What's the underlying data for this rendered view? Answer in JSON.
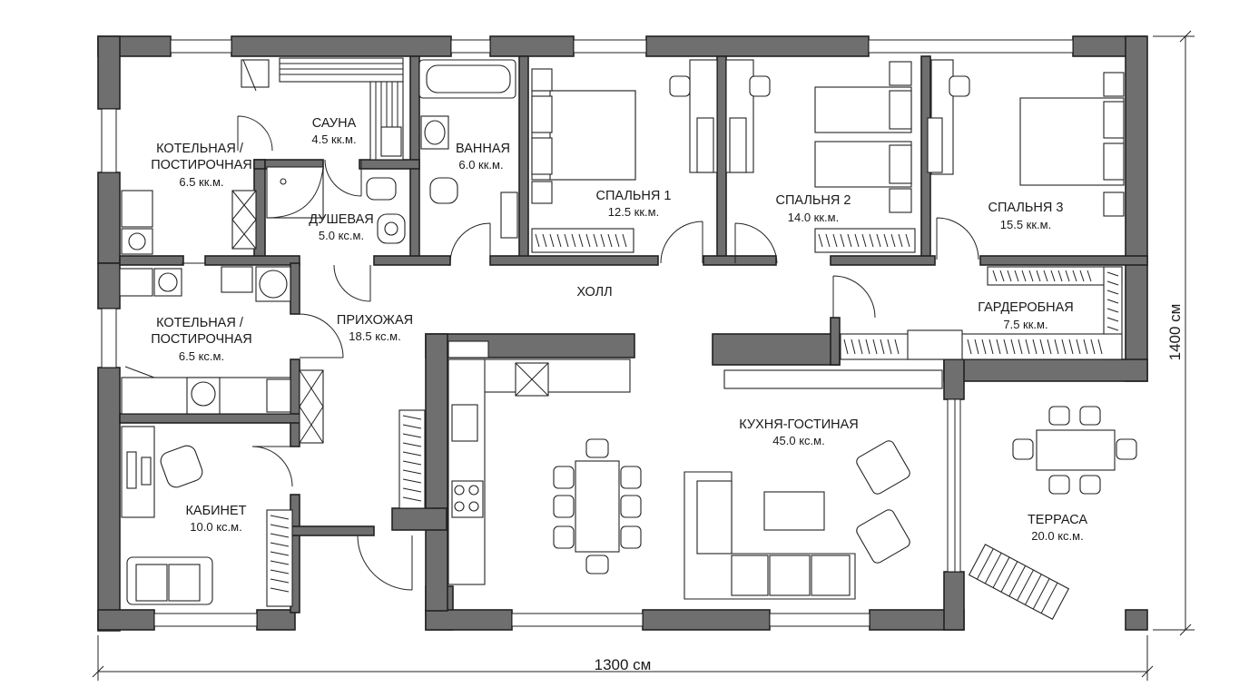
{
  "plan": {
    "colors": {
      "wall": "#6f6f6f",
      "line": "#222222",
      "background": "#ffffff"
    },
    "rooms": {
      "boiler_top": {
        "label": "КОТЕЛЬНАЯ /",
        "label2": "ПОСТИРОЧНАЯ",
        "area": "6.5 кк.м."
      },
      "sauna": {
        "label": "САУНА",
        "area": "4.5 кк.м."
      },
      "bath": {
        "label": "ВАННАЯ",
        "area": "6.0 кк.м."
      },
      "bedroom1": {
        "label": "СПАЛЬНЯ 1",
        "area": "12.5 кк.м."
      },
      "bedroom2": {
        "label": "СПАЛЬНЯ 2",
        "area": "14.0 кк.м."
      },
      "bedroom3": {
        "label": "СПАЛЬНЯ 3",
        "area": "15.5 кк.м."
      },
      "shower": {
        "label": "ДУШЕВАЯ",
        "area": "5.0 кс.м."
      },
      "hall": {
        "label": "ХОЛЛ"
      },
      "entry": {
        "label": "ПРИХОЖАЯ",
        "area": "18.5 кс.м."
      },
      "wardrobe": {
        "label": "ГАРДЕРОБНАЯ",
        "area": "7.5 кк.м."
      },
      "boiler_mid": {
        "label": "КОТЕЛЬНАЯ /",
        "label2": "ПОСТИРОЧНАЯ",
        "area": "6.5 кс.м."
      },
      "kitchen": {
        "label": "КУХНЯ-ГОСТИНАЯ",
        "area": "45.0 кс.м."
      },
      "office": {
        "label": "КАБИНЕТ",
        "area": "10.0 кс.м."
      },
      "terrace": {
        "label": "ТЕРРАСА",
        "area": "20.0 кс.м."
      }
    },
    "dimensions": {
      "width": "1300 см",
      "height": "1400 см"
    }
  }
}
